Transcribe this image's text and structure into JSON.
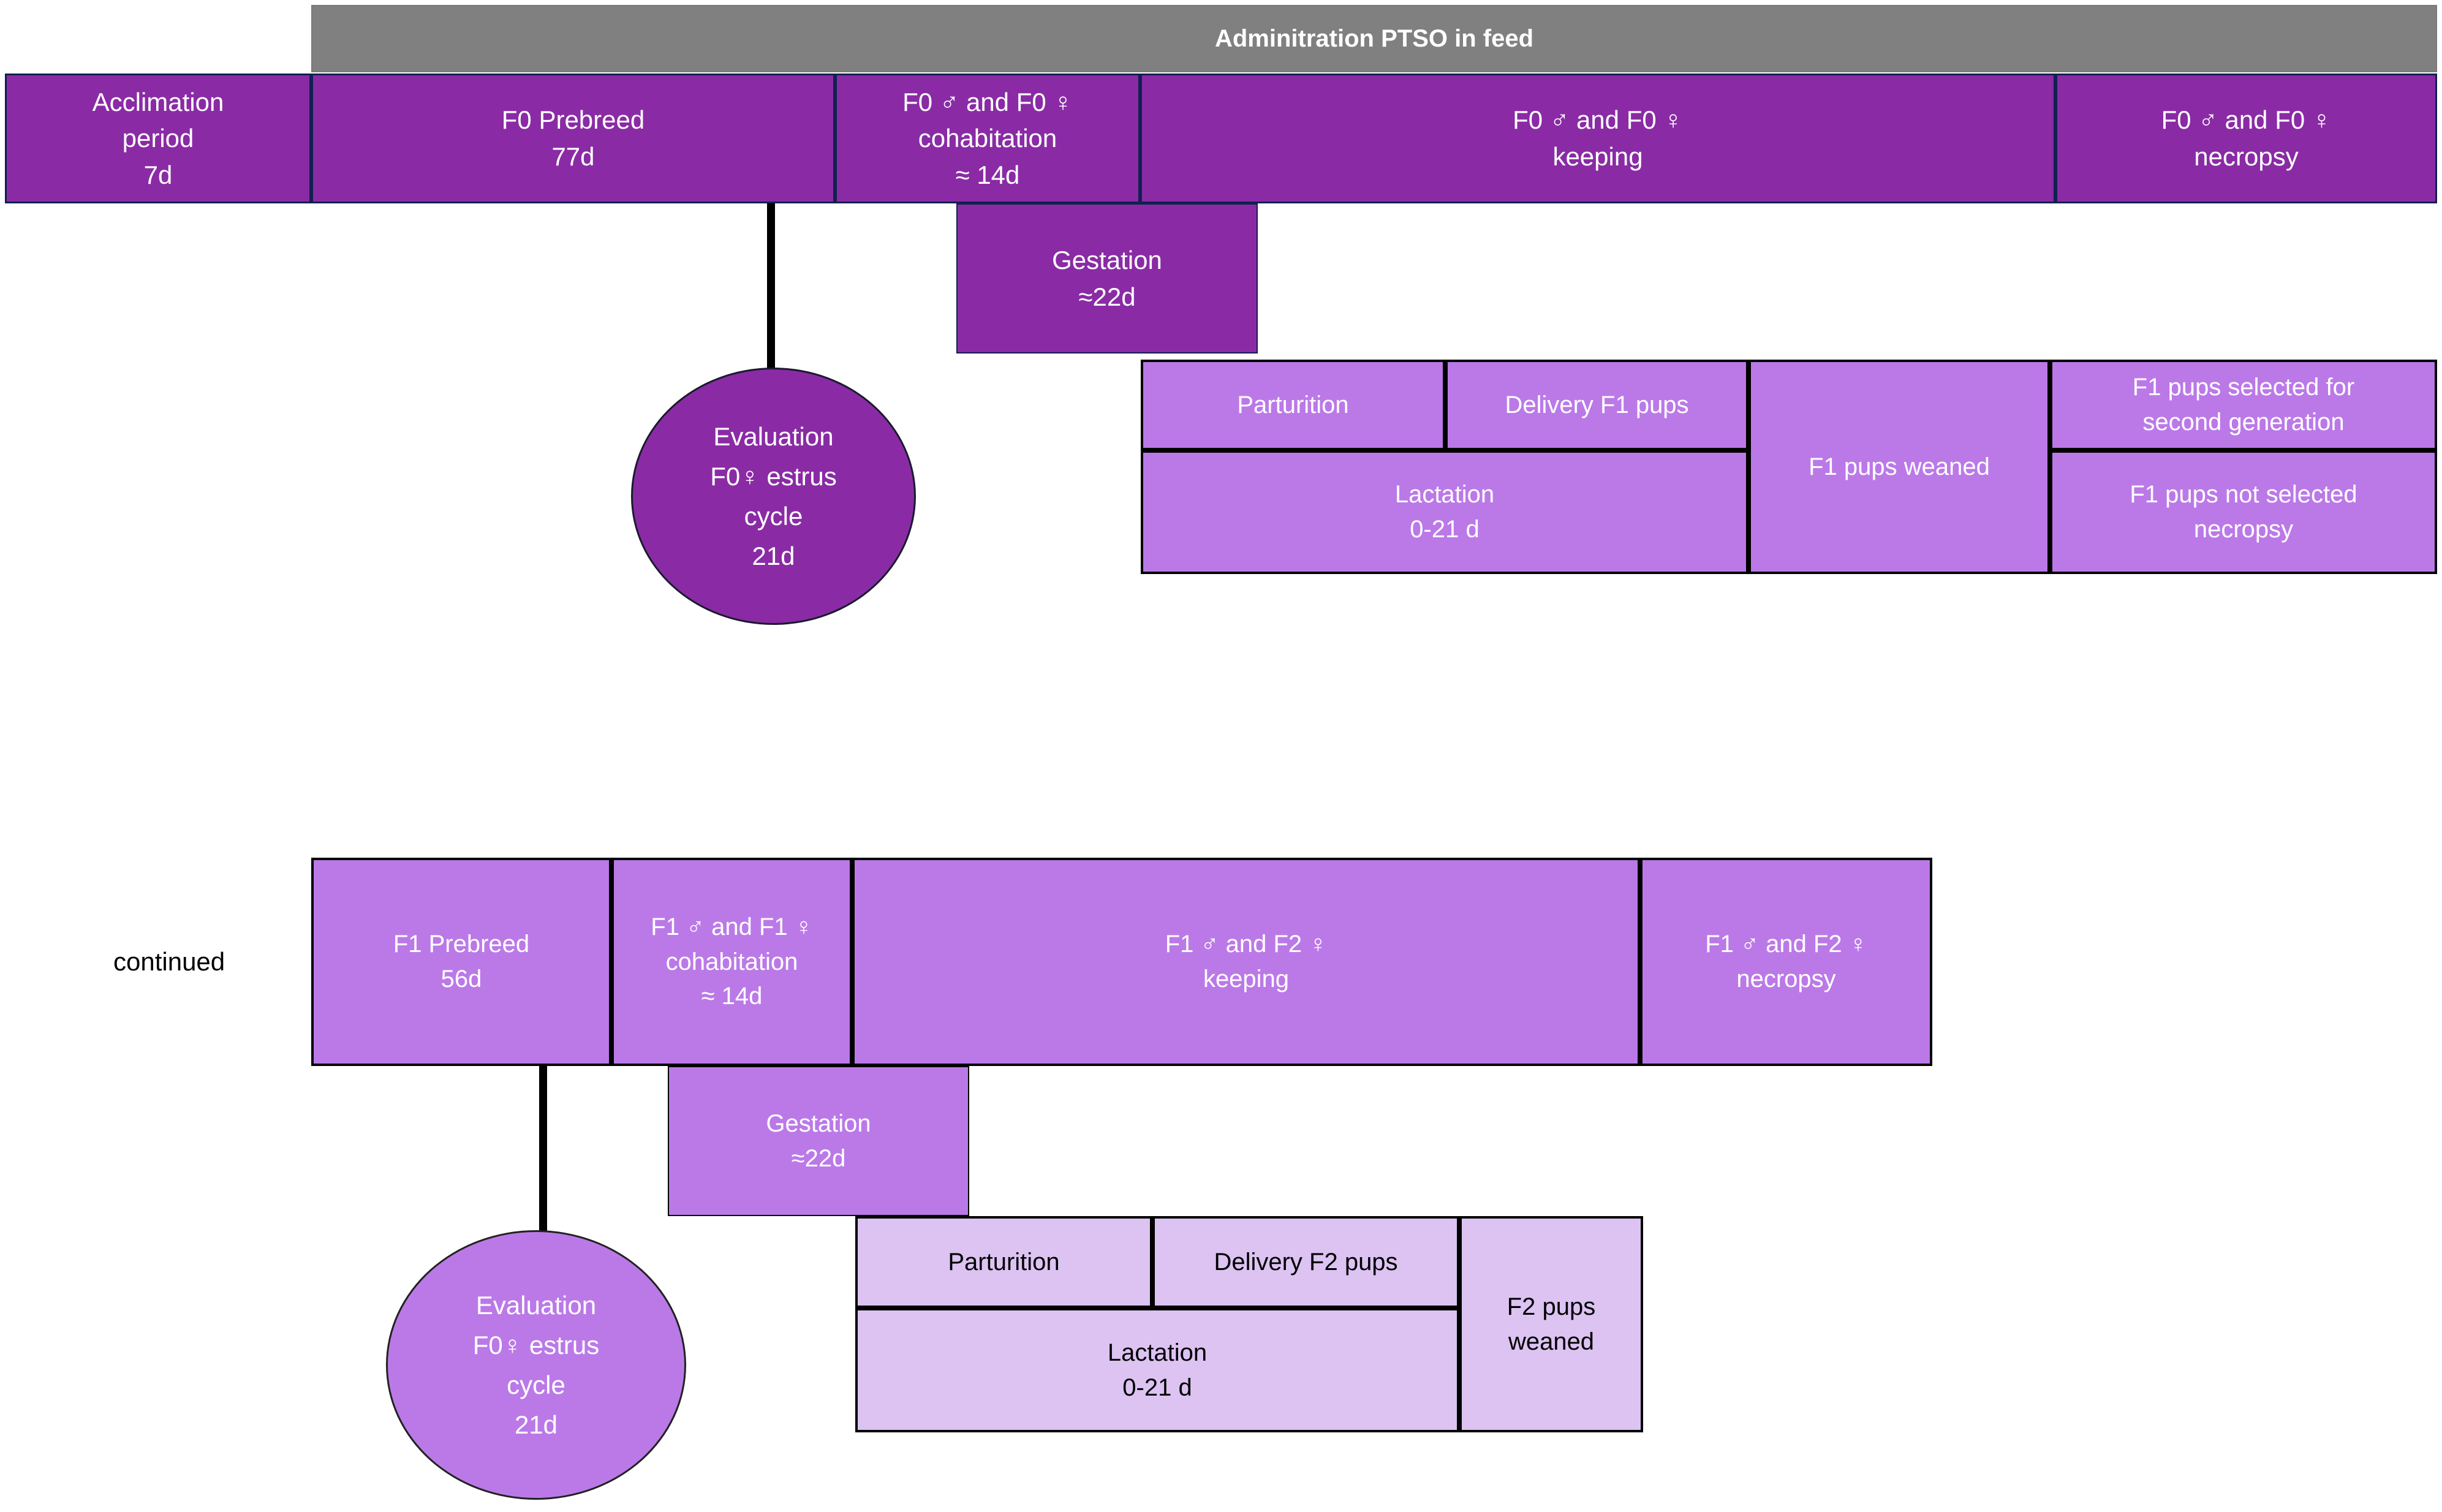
{
  "banner": {
    "label": "Adminitration PTSO in feed"
  },
  "colors": {
    "banner_gray": "#808080",
    "dark_purple": "#8A2BA5",
    "mid_purple": "#BB79E8",
    "light_lavender": "#DCC3F2",
    "dark_border_navy": "#102050",
    "black_border": "#000000",
    "white_text": "#FFFFFF",
    "black_text": "#000000"
  },
  "f0_generation": {
    "timeline": [
      {
        "line1": "Acclimation",
        "line2": "period",
        "line3": "7d"
      },
      {
        "line1": "F0 Prebreed",
        "line2": "77d",
        "line3": ""
      },
      {
        "line1": "F0 ♂ and F0 ♀",
        "line2": "cohabitation",
        "line3": "≈ 14d"
      },
      {
        "line1": "F0 ♂ and F0 ♀",
        "line2": "keeping",
        "line3": ""
      },
      {
        "line1": "F0 ♂ and F0 ♀",
        "line2": "necropsy",
        "line3": ""
      }
    ],
    "gestation": {
      "line1": "Gestation",
      "line2": "≈22d"
    },
    "evaluation_circle": {
      "line1": "Evaluation",
      "line2": "F0♀ estrus",
      "line3": "cycle",
      "line4": "21d"
    },
    "pups": {
      "parturition": "Parturition",
      "delivery": "Delivery F1 pups",
      "lactation_line1": "Lactation",
      "lactation_line2": "0-21 d",
      "weaned": "F1 pups weaned",
      "selected_line1": "F1 pups selected for",
      "selected_line2": "second generation",
      "not_selected_line1": "F1 pups not selected",
      "not_selected_line2": "necropsy"
    }
  },
  "continued_label": "continued",
  "f1_generation": {
    "timeline": [
      {
        "line1": "F1 Prebreed",
        "line2": "56d",
        "line3": ""
      },
      {
        "line1": "F1 ♂ and F1 ♀",
        "line2": "cohabitation",
        "line3": "≈ 14d"
      },
      {
        "line1": "F1 ♂ and F2 ♀",
        "line2": "keeping",
        "line3": ""
      },
      {
        "line1": "F1 ♂ and F2 ♀",
        "line2": "necropsy",
        "line3": ""
      }
    ],
    "gestation": {
      "line1": "Gestation",
      "line2": "≈22d"
    },
    "evaluation_circle": {
      "line1": "Evaluation",
      "line2": "F0♀ estrus",
      "line3": "cycle",
      "line4": "21d"
    },
    "pups": {
      "parturition": "Parturition",
      "delivery": "Delivery F2 pups",
      "lactation_line1": "Lactation",
      "lactation_line2": "0-21 d",
      "weaned_line1": "F2 pups",
      "weaned_line2": "weaned"
    }
  }
}
